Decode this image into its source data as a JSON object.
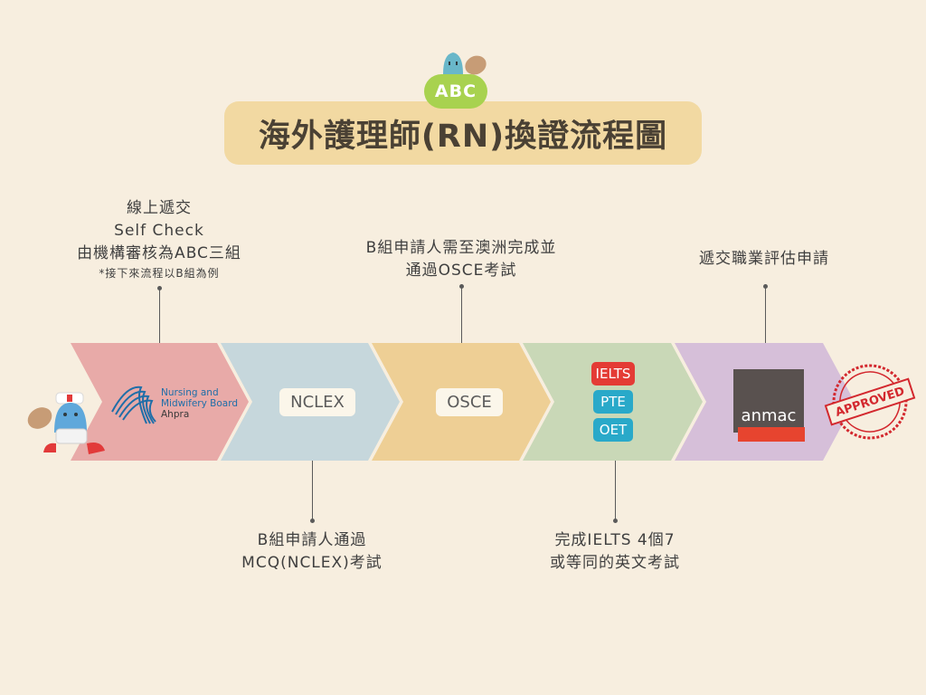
{
  "title": "海外護理師(RN)換證流程圖",
  "badge": "ABC",
  "steps": [
    {
      "id": "step-ahpra",
      "color": "#e8aaa8",
      "logo_lines": [
        "Nursing and",
        "Midwifery Board",
        "Ahpra"
      ]
    },
    {
      "id": "step-nclex",
      "color": "#c6d7dc",
      "label": "NCLEX"
    },
    {
      "id": "step-osce",
      "color": "#eecf95",
      "label": "OSCE"
    },
    {
      "id": "step-english",
      "color": "#c9d8b7",
      "exams": [
        {
          "label": "IELTS",
          "color": "#e43b35"
        },
        {
          "label": "PTE",
          "color": "#29a9c9"
        },
        {
          "label": "OET",
          "color": "#29a9c9"
        }
      ]
    },
    {
      "id": "step-anmac",
      "color": "#d6bfd9",
      "logo": "anmac"
    }
  ],
  "notes": {
    "self_check": [
      "線上遞交",
      "Self Check",
      "由機構審核為ABC三組"
    ],
    "self_check_small": "*接下來流程以B組為例",
    "nclex": [
      "B組申請人通過",
      "MCQ(NCLEX)考試"
    ],
    "osce": [
      "B組申請人需至澳洲完成並",
      "通過OSCE考試"
    ],
    "english": [
      "完成IELTS 4個7",
      "或等同的英文考試"
    ],
    "anmac": [
      "遞交職業評估申請"
    ]
  },
  "stamp": "APPROVED",
  "colors": {
    "background": "#f7eedf",
    "title_box": "#f2d9a2",
    "badge": "#a8d24f",
    "ahpra_blue": "#1f6ea8",
    "anmac_grey": "#59514f",
    "anmac_red": "#e7442f",
    "stamp_red": "#d3282e"
  }
}
